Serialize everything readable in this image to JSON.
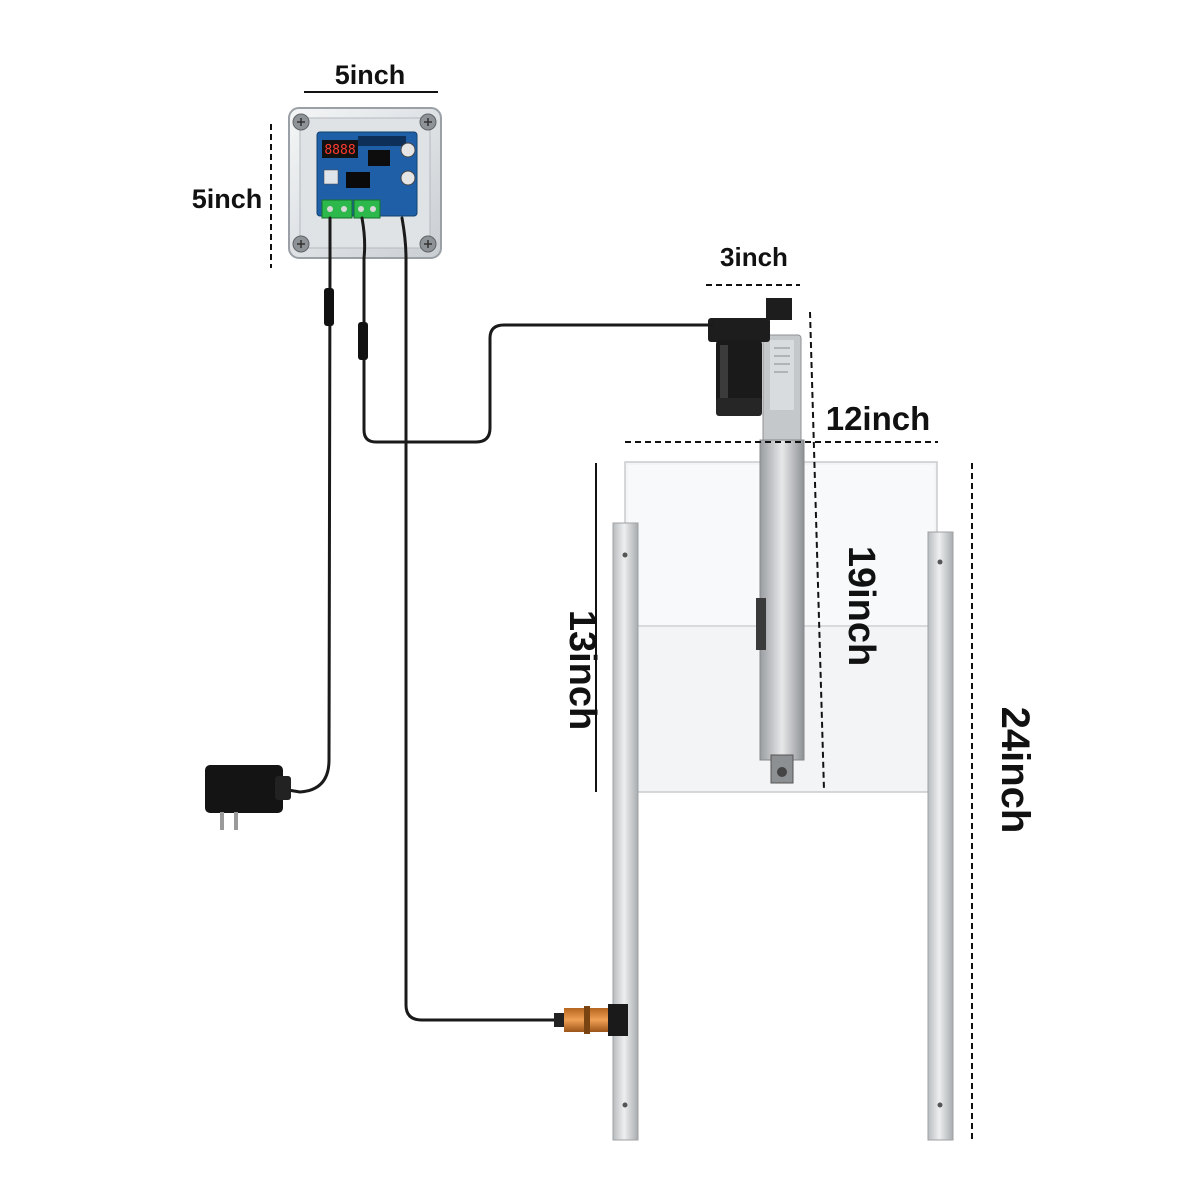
{
  "labels": {
    "box_width": "5inch",
    "box_height": "5inch",
    "actuator_width": "3inch",
    "door_width": "12inch",
    "actuator_length": "19inch",
    "door_height": "13inch",
    "rail_height": "24inch"
  },
  "controller_display": "8888"
}
